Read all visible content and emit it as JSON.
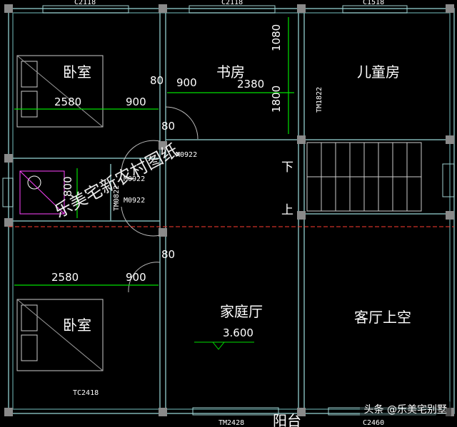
{
  "rooms": {
    "bedroom_top": "卧室",
    "study": "书房",
    "children_room": "儿童房",
    "family_hall": "家庭厅",
    "bedroom_bottom": "卧室",
    "living_void": "客厅上空",
    "balcony": "阳台"
  },
  "dimensions": {
    "d2580_top": "2580",
    "d900_top": "900",
    "d80_a": "80",
    "d900_study": "900",
    "d2380": "2380",
    "d1080": "1080",
    "d1800": "1800",
    "d80_b": "80",
    "d800": "800",
    "d2580_bottom": "2580",
    "d900_bottom": "900",
    "d80_c": "80",
    "elevation": "3.600"
  },
  "tags": {
    "c2118_left": "C2118",
    "c2118_mid": "C2118",
    "c1518": "C1518",
    "tm1822": "TM1822",
    "m0922_a": "M0922",
    "m0922_b": "M0922",
    "m0922_c": "M0922",
    "tm0822": "TM0822",
    "tc2418": "TC2418",
    "tm2428": "TM2428",
    "c2460": "C2460"
  },
  "stairs": {
    "down": "下",
    "up": "上"
  },
  "watermark": "乐美宅新农村图纸",
  "credit": "头条 @乐美宅别墅",
  "colors": {
    "background": "#000000",
    "wall": "#7fb2b2",
    "dim": "#00e000",
    "accent": "#ff3b30",
    "fixture": "#ff44ff"
  }
}
